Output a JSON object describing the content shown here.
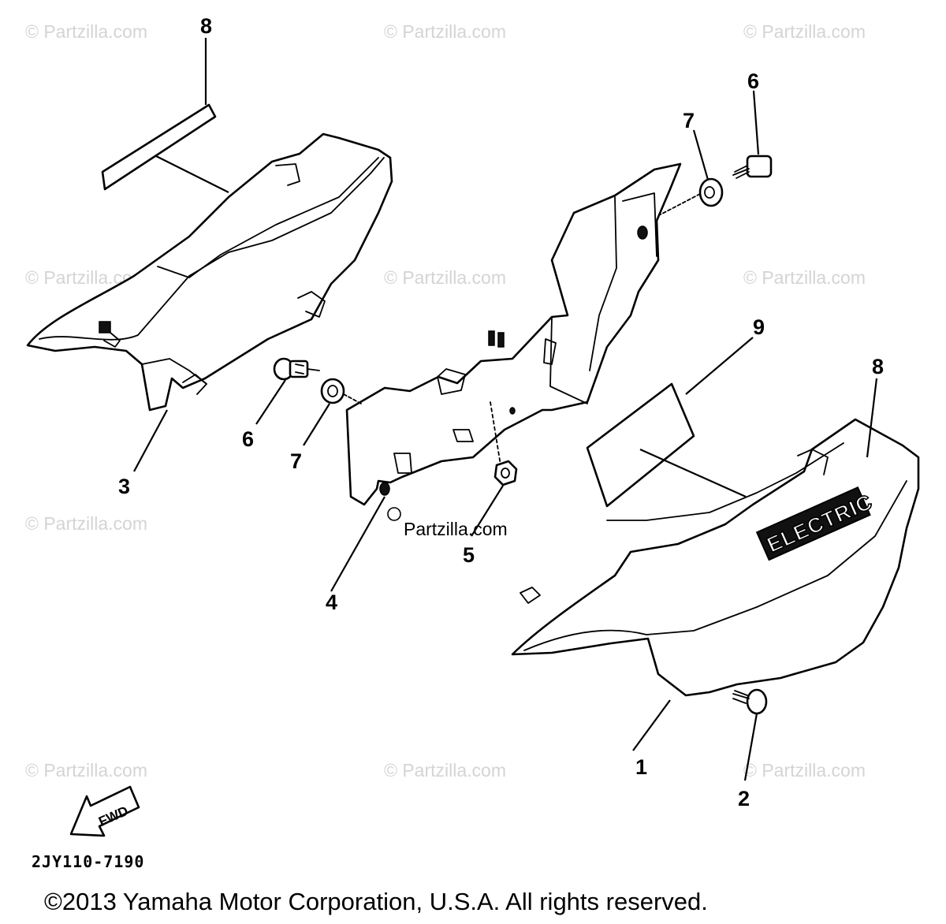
{
  "watermark": {
    "text": "© Partzilla.com",
    "center_text": "Partzilla.com"
  },
  "callouts": [
    {
      "id": "c1",
      "label": "1"
    },
    {
      "id": "c2",
      "label": "2"
    },
    {
      "id": "c3",
      "label": "3"
    },
    {
      "id": "c4",
      "label": "4"
    },
    {
      "id": "c5",
      "label": "5"
    },
    {
      "id": "c6a",
      "label": "6"
    },
    {
      "id": "c6b",
      "label": "6"
    },
    {
      "id": "c7a",
      "label": "7"
    },
    {
      "id": "c7b",
      "label": "7"
    },
    {
      "id": "c8a",
      "label": "8"
    },
    {
      "id": "c8b",
      "label": "8"
    },
    {
      "id": "c9",
      "label": "9"
    }
  ],
  "emblem_text": "ELECTRIC",
  "fwd_label": "FWD",
  "diagram_code": "2JY110-7190",
  "copyright": "©2013 Yamaha Motor Corporation, U.S.A. All rights reserved."
}
